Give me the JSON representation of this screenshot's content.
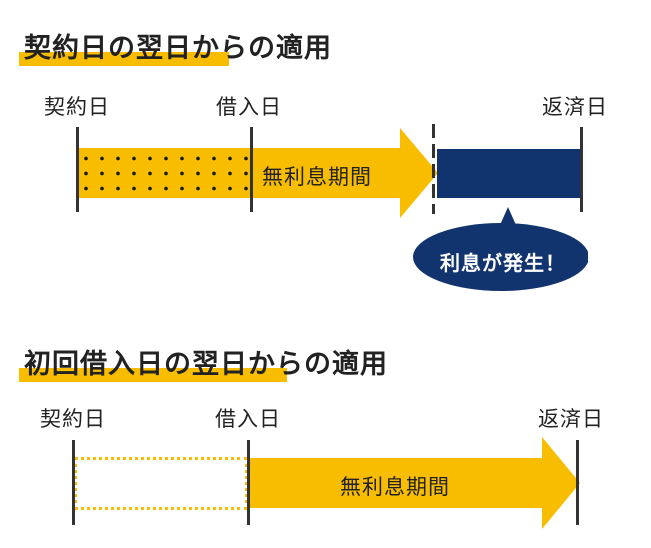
{
  "colors": {
    "accent_yellow": "#f9bd00",
    "navy": "#12346e",
    "text": "#222222",
    "line": "#333333"
  },
  "diagram1": {
    "heading": "契約日の翌日からの適用",
    "labels": {
      "contract_date": "契約日",
      "borrow_date": "借入日",
      "repay_date": "返済日"
    },
    "interest_free_label": "無利息期間",
    "interest_bubble": "利息が発生！"
  },
  "diagram2": {
    "heading": "初回借入日の翌日からの適用",
    "labels": {
      "contract_date": "契約日",
      "borrow_date": "借入日",
      "repay_date": "返済日"
    },
    "interest_free_label": "無利息期間"
  }
}
